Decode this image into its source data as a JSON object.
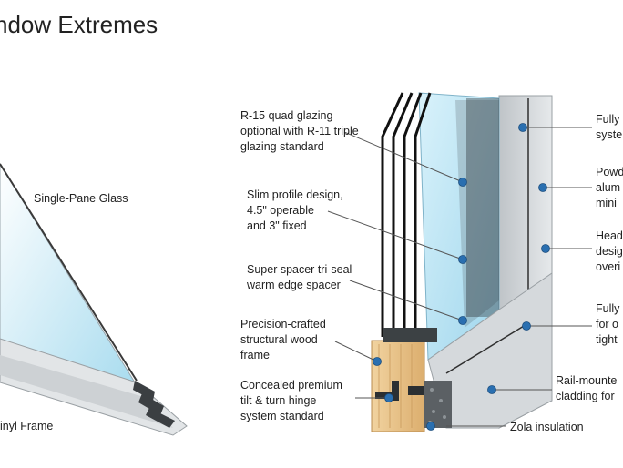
{
  "title": "ndow Extremes",
  "left_labels": {
    "glass": "Single-Pane Glass",
    "frame": "inyl Frame"
  },
  "callouts_left": [
    {
      "lines": [
        "R-15 quad glazing",
        "optional with R-11 triple",
        "glazing standard"
      ]
    },
    {
      "lines": [
        "Slim profile design,",
        "4.5\" operable",
        "and 3\" fixed"
      ]
    },
    {
      "lines": [
        "Super spacer tri-seal",
        "warm edge spacer"
      ]
    },
    {
      "lines": [
        "Precision-crafted",
        "structural wood",
        "frame"
      ]
    },
    {
      "lines": [
        "Concealed premium",
        "tilt & turn hinge",
        "system standard"
      ]
    }
  ],
  "callouts_right": [
    {
      "lines": [
        "Fully",
        "syste"
      ]
    },
    {
      "lines": [
        "Powd",
        "alum",
        "mini"
      ]
    },
    {
      "lines": [
        "Head",
        "desig",
        "overi"
      ]
    },
    {
      "lines": [
        "Fully",
        "for o",
        "tight"
      ]
    },
    {
      "lines": [
        "Rail-mounte",
        "cladding for"
      ]
    },
    {
      "lines": [
        "Zola insulation"
      ]
    }
  ],
  "colors": {
    "dot": "#2a6fb0",
    "leader": "#555555",
    "glass": "#bfe6f7",
    "wood": "#e8c38c",
    "aluminum": "#cfd3d6"
  }
}
